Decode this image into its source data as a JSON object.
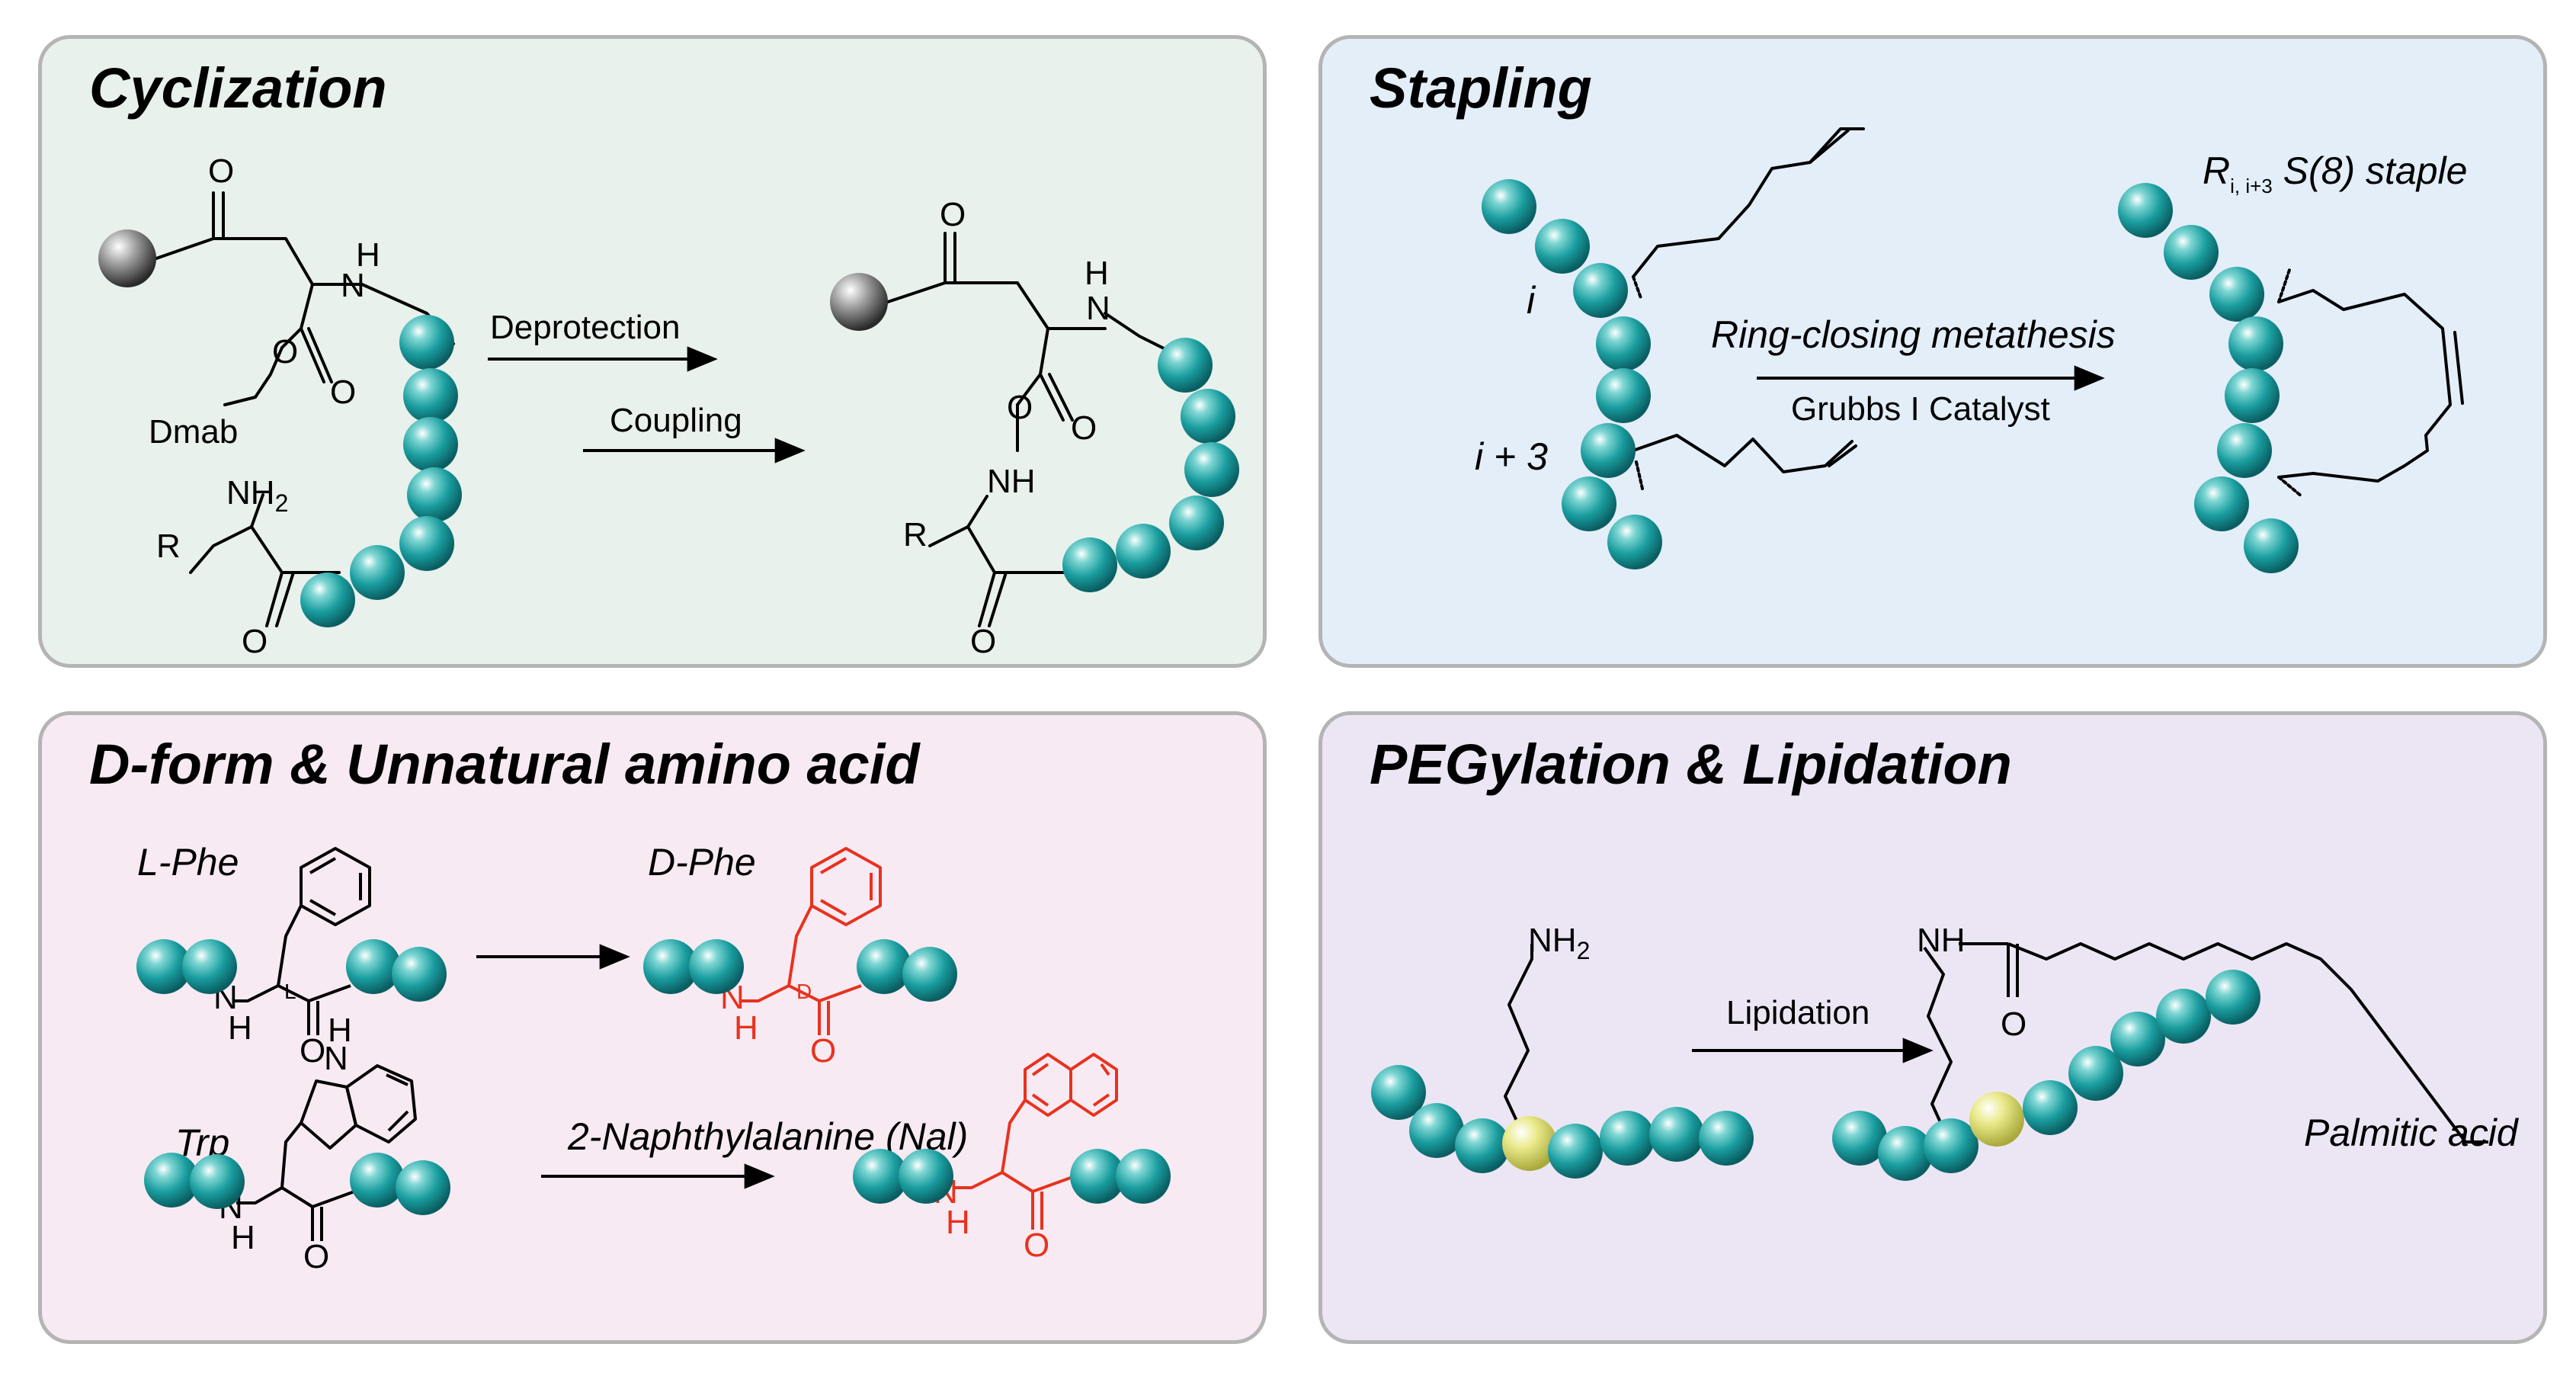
{
  "colors": {
    "bead_teal": "#17a3a3",
    "bead_yellow": "#e6e67a",
    "highlight_red": "#e8321e",
    "panel_green_bg": "#e8f1ec",
    "panel_blue_bg": "#e3eef9",
    "panel_pink_bg": "#f7eaf3",
    "panel_lavender_bg": "#ece6f4",
    "panel_border": "#b4b4b4"
  },
  "icons": {
    "bead": "teal-sphere",
    "resin": "grey-sphere",
    "arrow": "right-arrow"
  },
  "panels": {
    "cyclization": {
      "title": "Cyclization",
      "step1": "Deprotection",
      "step2": "Coupling",
      "atoms": {
        "o": "O",
        "h": "H",
        "n": "N",
        "nh": "NH",
        "nh2": "NH",
        "sub2": "2",
        "r": "R",
        "dmab": "Dmab"
      }
    },
    "stapling": {
      "title": "Stapling",
      "label_i": "i",
      "label_i3": "i + 3",
      "reaction": "Ring-closing metathesis",
      "catalyst": "Grubbs I Catalyst",
      "staple_r": "R",
      "staple_sub": "i, i+3",
      "staple_rest": " S(8) staple"
    },
    "dform": {
      "title": "D-form & Unnatural amino acid",
      "lphe": "L-Phe",
      "dphe": "D-Phe",
      "trp": "Trp",
      "nal": "2-Naphthylalanine (Nal)",
      "stereo_l": "L",
      "stereo_d": "D",
      "atoms": {
        "n": "N",
        "h": "H",
        "o": "O",
        "hn_h": "H",
        "hn_n": "N"
      }
    },
    "peg": {
      "title": "PEGylation & Lipidation",
      "step": "Lipidation",
      "product": "Palmitic acid",
      "atoms": {
        "nh2": "NH",
        "sub2": "2",
        "nh": "NH",
        "o": "O"
      }
    }
  }
}
